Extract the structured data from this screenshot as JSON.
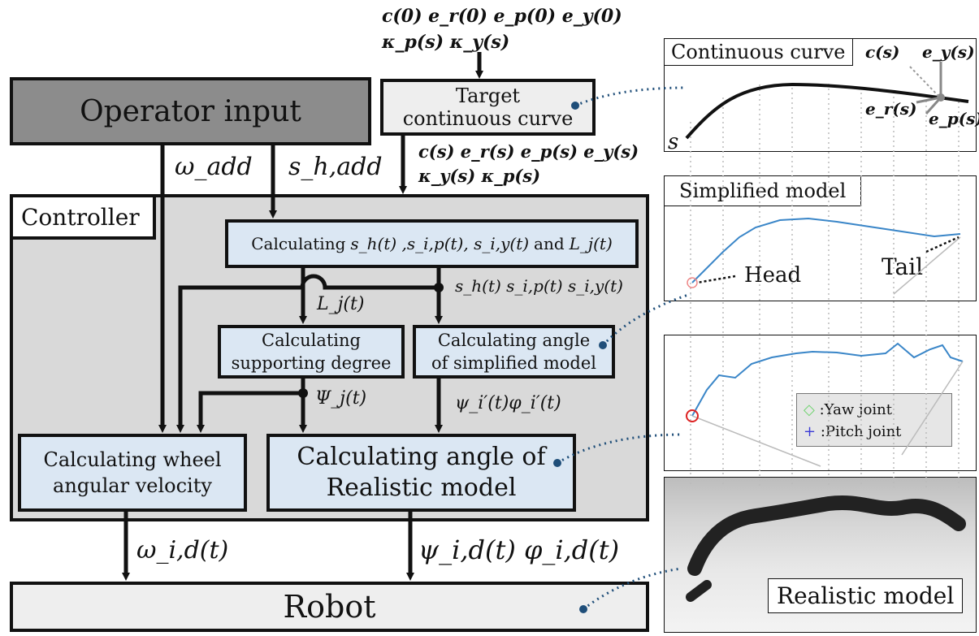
{
  "operator_input": "Operator input",
  "target_curve": {
    "line1": "Target",
    "line2": "continuous curve"
  },
  "initial_vectors": {
    "line1": "c(0) e_r(0) e_p(0) e_y(0)",
    "line2": "κ_p(s) κ_y(s)"
  },
  "omega_add": "ω_add",
  "s_h_add": "s_h,add",
  "curve_outputs": {
    "line1": "c(s) e_r(s) e_p(s) e_y(s)",
    "line2": "κ_y(s) κ_p(s)"
  },
  "controller": "Controller",
  "calc_s": {
    "prefix": "Calculating",
    "vars": "s_h(t) ,s_i,p(t), s_i,y(t)",
    "and": "and",
    "last": "L_j(t)"
  },
  "branch_label": "s_h(t) s_i,p(t) s_i,y(t)",
  "Lj_label": "L_j(t)",
  "calc_support": {
    "line1": "Calculating",
    "line2": "supporting degree"
  },
  "calc_simplified": {
    "line1": "Calculating angle",
    "line2": "of simplified model"
  },
  "psi_label": "Ψ_j(t)",
  "angle_label": "ψ_i′(t)φ_i′(t)",
  "calc_wheel": {
    "line1": "Calculating wheel",
    "line2": "angular velocity"
  },
  "calc_realistic": {
    "line1": "Calculating angle of",
    "line2": "Realistic model"
  },
  "omega_out": "ω_i,d(t)",
  "angles_out": "ψ_i,d(t) φ_i,d(t)",
  "robot": "Robot",
  "panel_curve": {
    "title": "Continuous curve",
    "c_label": "c(s)",
    "ey": "e_y(s)",
    "er": "e_r(s)",
    "ep": "e_p(s)",
    "s": "s"
  },
  "panel_simplified": {
    "title": "Simplified model",
    "head": "Head",
    "tail": "Tail"
  },
  "panel_joints": {
    "yaw": ":Yaw joint",
    "pitch": ":Pitch joint"
  },
  "panel_real": {
    "title": "Realistic model"
  },
  "colors": {
    "box_fill": "#dbe7f3",
    "controller_fill": "#d9d9d9",
    "operator_fill": "#8c8c8c",
    "curve_fill": "#eeeeee",
    "connector": "#1f4e79"
  }
}
